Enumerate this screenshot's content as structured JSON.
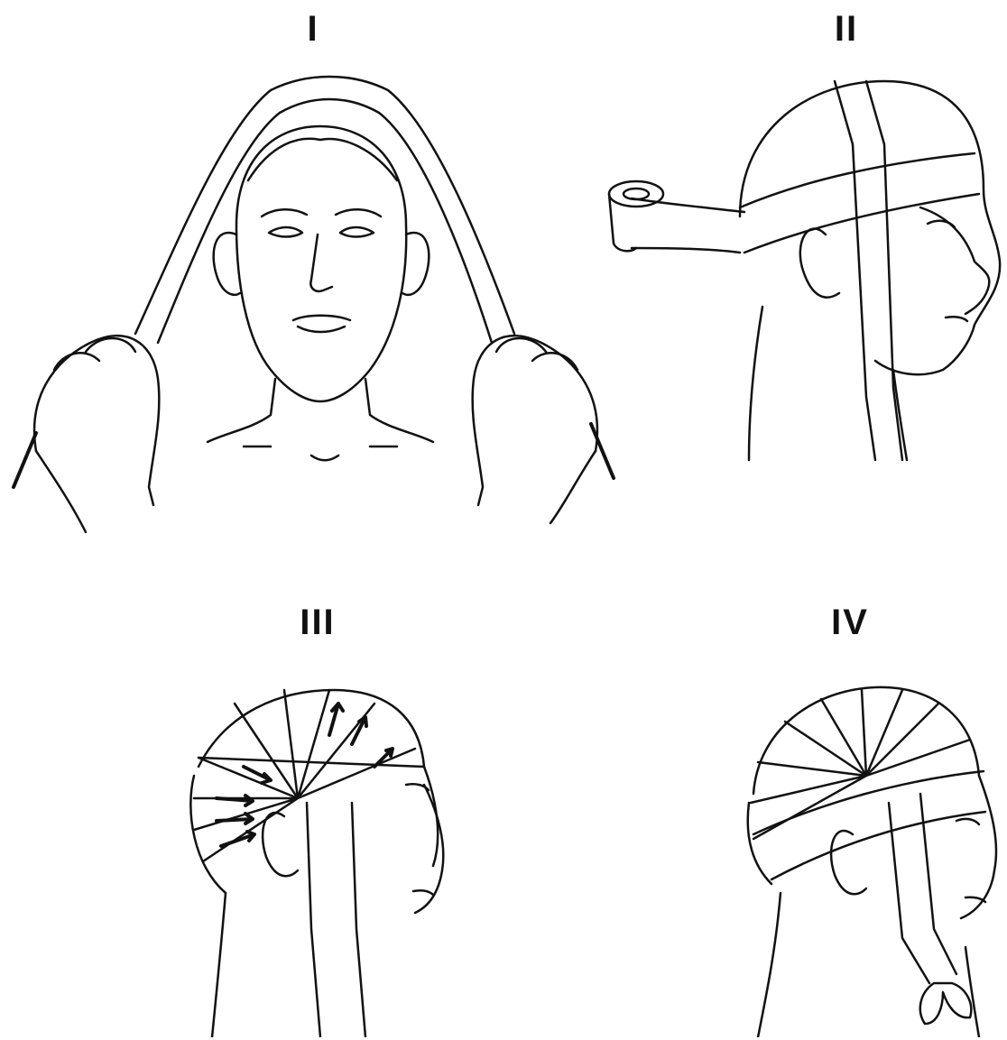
{
  "panels": [
    {
      "label": "I"
    },
    {
      "label": "II"
    },
    {
      "label": "III"
    },
    {
      "label": "IV"
    }
  ],
  "colors": {
    "ink": "#111111",
    "paper": "#ffffff"
  }
}
